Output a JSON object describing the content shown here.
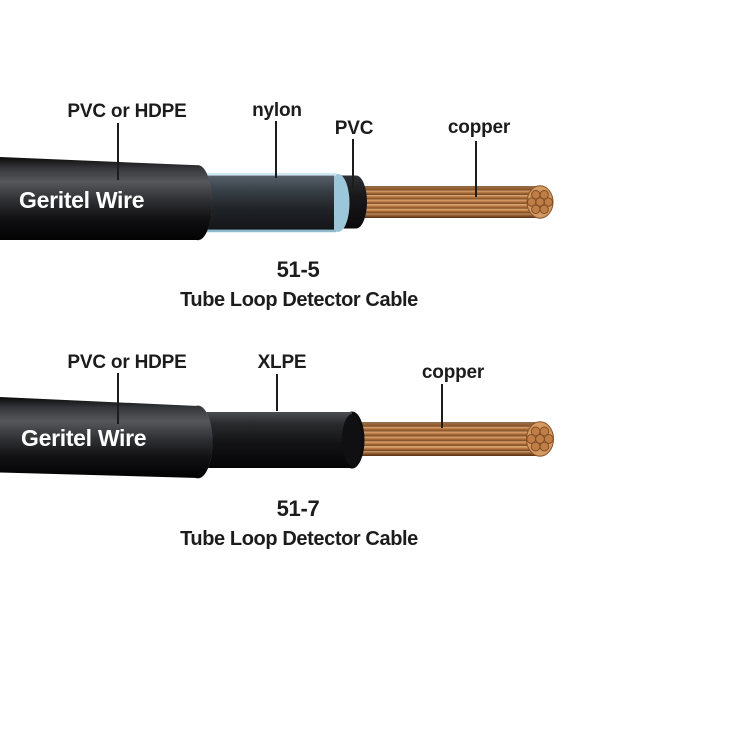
{
  "colors": {
    "background": "#ffffff",
    "label_text": "#1c1c1c",
    "leader_line": "#1c1c1c",
    "brand_text": "#ffffff",
    "jacket_black": "#1a1b1d",
    "nylon_edge_blue": "#cfe7f2",
    "copper": "#c58350"
  },
  "diagrams": [
    {
      "brand": "Geritel Wire",
      "model": "51-5",
      "product": "Tube Loop Detector Cable",
      "labels": {
        "jacket": "PVC or HDPE",
        "layer2": "nylon",
        "layer3": "PVC",
        "conductor": "copper"
      }
    },
    {
      "brand": "Geritel Wire",
      "model": "51-7",
      "product": "Tube Loop Detector Cable",
      "labels": {
        "jacket": "PVC or HDPE",
        "layer2": "XLPE",
        "conductor": "copper"
      }
    }
  ]
}
